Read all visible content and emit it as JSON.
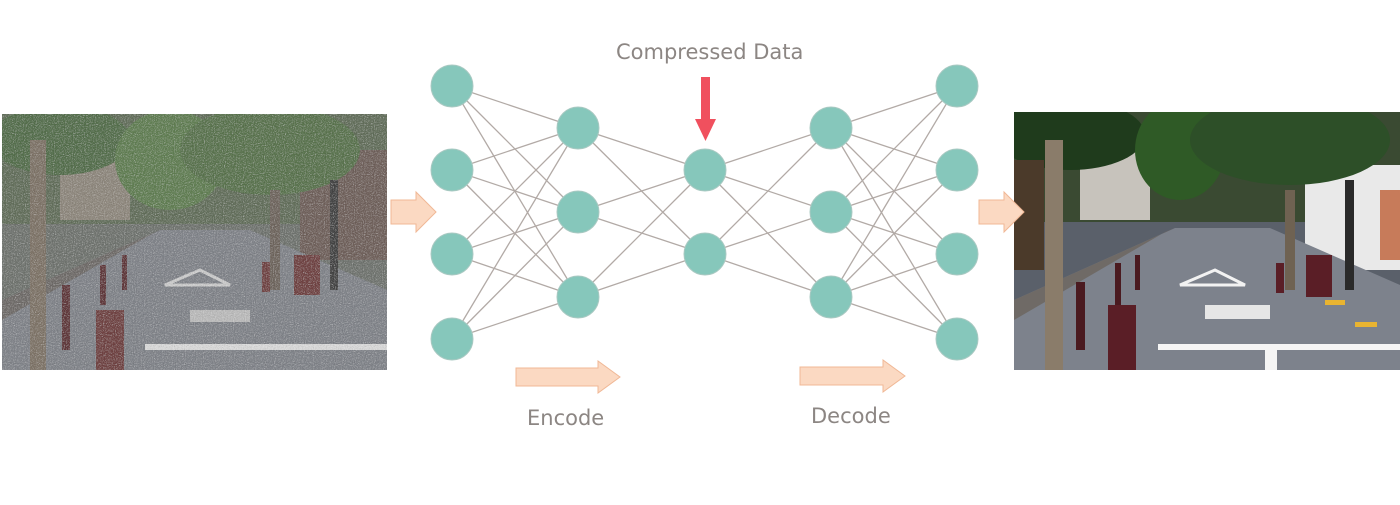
{
  "labels": {
    "compressed": "Compressed Data",
    "encode": "Encode",
    "decode": "Decode"
  },
  "colors": {
    "node_fill": "#86c7bb",
    "node_stroke": "#a9c9c2",
    "edge": "#b2aaa6",
    "flow_arrow_fill": "#fbd9c2",
    "flow_arrow_stroke": "#f0b896",
    "pointer_arrow": "#f0505e",
    "label_text": "#8c8683"
  },
  "icons": {
    "input_image": "noisy-street-photo",
    "output_image": "denoised-street-photo",
    "pointer": "down-arrow-icon"
  },
  "network": {
    "layer_sizes": [
      4,
      3,
      2,
      3,
      4
    ],
    "connectivity": "fully-connected"
  }
}
